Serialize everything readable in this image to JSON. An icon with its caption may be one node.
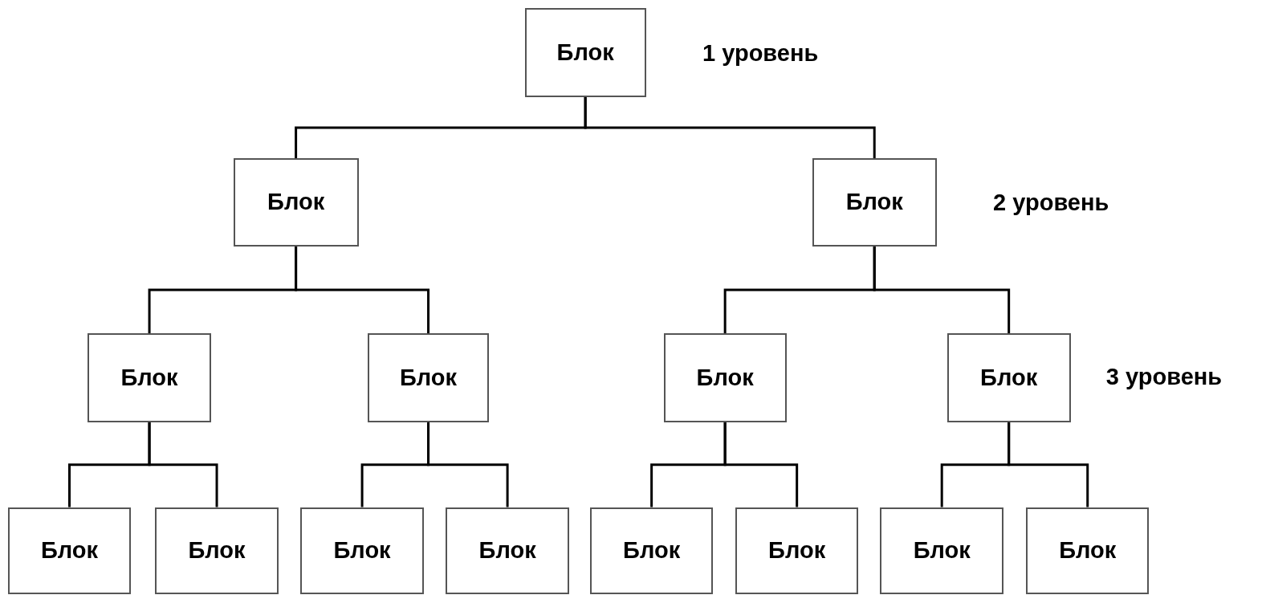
{
  "diagram": {
    "nodes": [
      {
        "text": [
          "Блок"
        ]
      },
      {
        "text": [
          "Блок"
        ]
      },
      {
        "text": [
          "Блок"
        ]
      },
      {
        "text": [
          "Блок"
        ]
      },
      {
        "text": [
          "Блок"
        ]
      },
      {
        "text": [
          "Блок"
        ]
      },
      {
        "text": [
          "Блок"
        ]
      },
      {
        "text": [
          "Блок"
        ]
      },
      {
        "text": [
          "Блок"
        ]
      },
      {
        "text": [
          "Блок"
        ]
      },
      {
        "text": [
          "Блок"
        ]
      },
      {
        "text": [
          "Блок"
        ]
      },
      {
        "text": [
          "Блок"
        ]
      },
      {
        "text": [
          "Блок"
        ]
      },
      {
        "text": [
          "Блок"
        ]
      }
    ],
    "edges": [
      {
        "from": 0,
        "to": 1,
        "arrow": "none"
      },
      {
        "from": 0,
        "to": 2,
        "arrow": "none"
      },
      {
        "from": 1,
        "to": 3,
        "arrow": "none"
      },
      {
        "from": 1,
        "to": 4,
        "arrow": "none"
      },
      {
        "from": 2,
        "to": 5,
        "arrow": "none"
      },
      {
        "from": 2,
        "to": 6,
        "arrow": "none"
      },
      {
        "from": 3,
        "to": 7,
        "arrow": "none"
      },
      {
        "from": 3,
        "to": 8,
        "arrow": "none"
      },
      {
        "from": 4,
        "to": 9,
        "arrow": "none"
      },
      {
        "from": 4,
        "to": 10,
        "arrow": "none"
      },
      {
        "from": 5,
        "to": 11,
        "arrow": "none"
      },
      {
        "from": 5,
        "to": 12,
        "arrow": "none"
      },
      {
        "from": 6,
        "to": 13,
        "arrow": "none"
      },
      {
        "from": 6,
        "to": 14,
        "arrow": "none"
      }
    ],
    "labels": [
      "1 уровень",
      "2 уровень",
      "3 уровень"
    ]
  }
}
